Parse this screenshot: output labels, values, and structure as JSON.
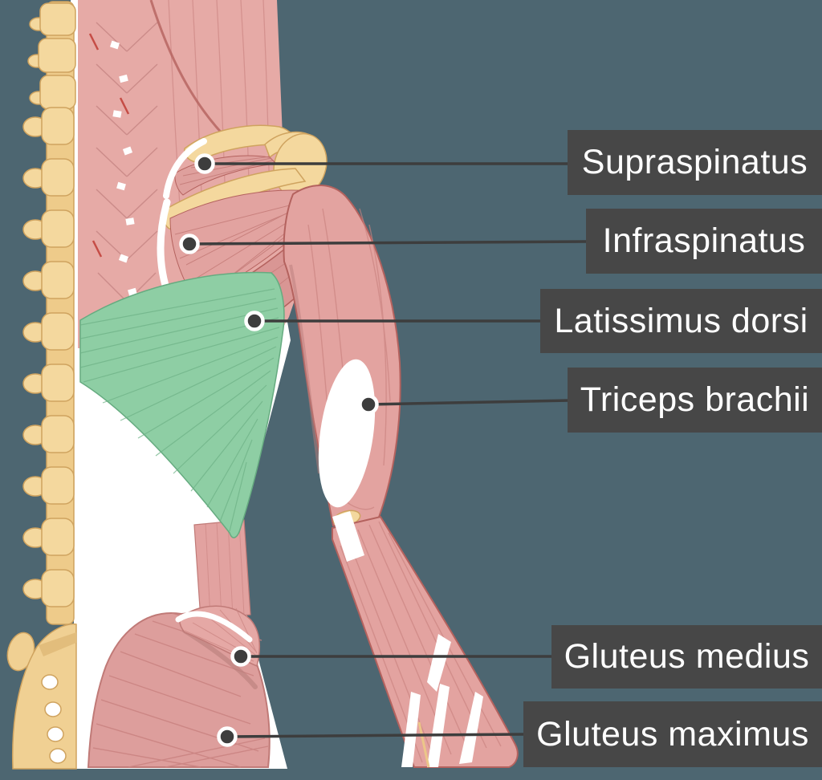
{
  "figure": {
    "type": "labeled-anatomy-diagram",
    "subject": "Posterior view of back, shoulder, arm and gluteal muscles",
    "highlighted_structure": "Latissimus dorsi"
  },
  "colors": {
    "background": "#4d6671",
    "label_box": "#474747",
    "label_text": "#ffffff",
    "connector_line": "#3d3d3d",
    "marker_dot": "#3d3d3d",
    "marker_ring": "#ffffff",
    "muscle_pink": "#e3a3a0",
    "muscle_outline": "#b4625e",
    "highlight_green": "#8ecea4",
    "bone_tan": "#f3d89e",
    "body_white": "#ffffff"
  },
  "labels": [
    {
      "id": "supraspinatus",
      "text": "Supraspinatus"
    },
    {
      "id": "infraspinatus",
      "text": "Infraspinatus"
    },
    {
      "id": "latissimus-dorsi",
      "text": "Latissimus dorsi"
    },
    {
      "id": "triceps-brachii",
      "text": "Triceps brachii"
    },
    {
      "id": "gluteus-medius",
      "text": "Gluteus medius"
    },
    {
      "id": "gluteus-maximus",
      "text": "Gluteus maximus"
    }
  ]
}
